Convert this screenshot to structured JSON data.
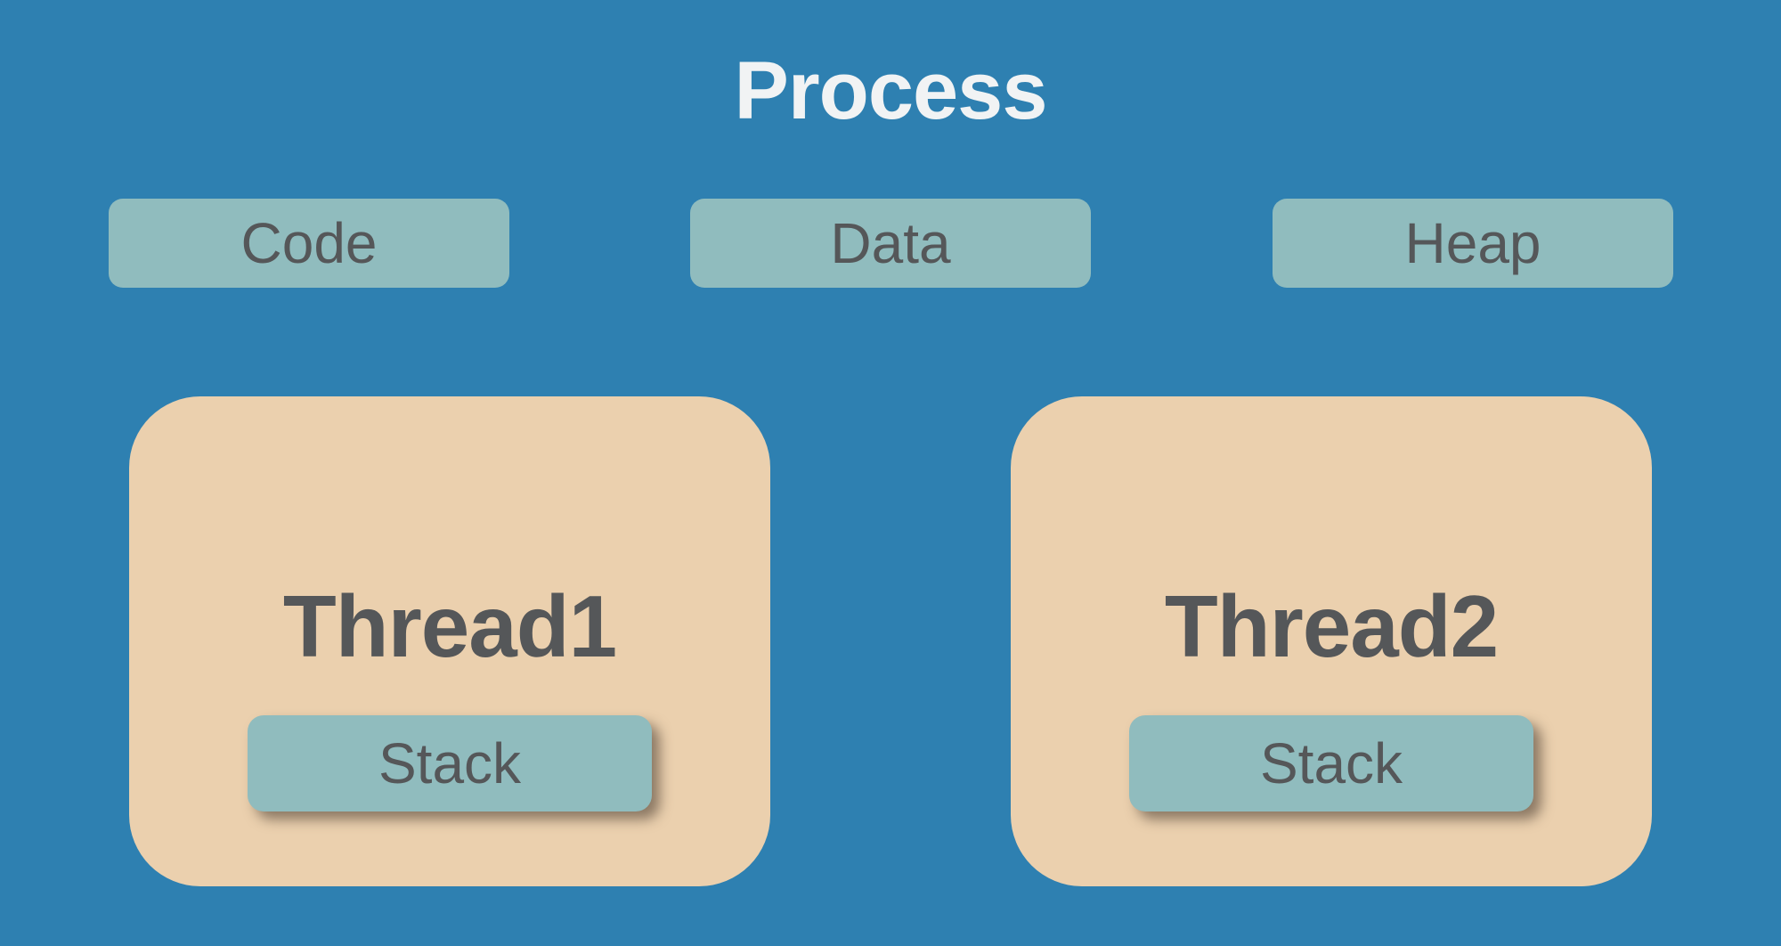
{
  "title": "Process",
  "colors": {
    "background": "#2e80b1",
    "segment_fill": "#90bcbe",
    "thread_fill": "#ebd0ae",
    "text_dark": "#555759",
    "title_color": "#f1f3f4"
  },
  "memory_segments": [
    {
      "label": "Code"
    },
    {
      "label": "Data"
    },
    {
      "label": "Heap"
    }
  ],
  "threads": [
    {
      "label": "Thread1",
      "stack_label": "Stack"
    },
    {
      "label": "Thread2",
      "stack_label": "Stack"
    }
  ]
}
